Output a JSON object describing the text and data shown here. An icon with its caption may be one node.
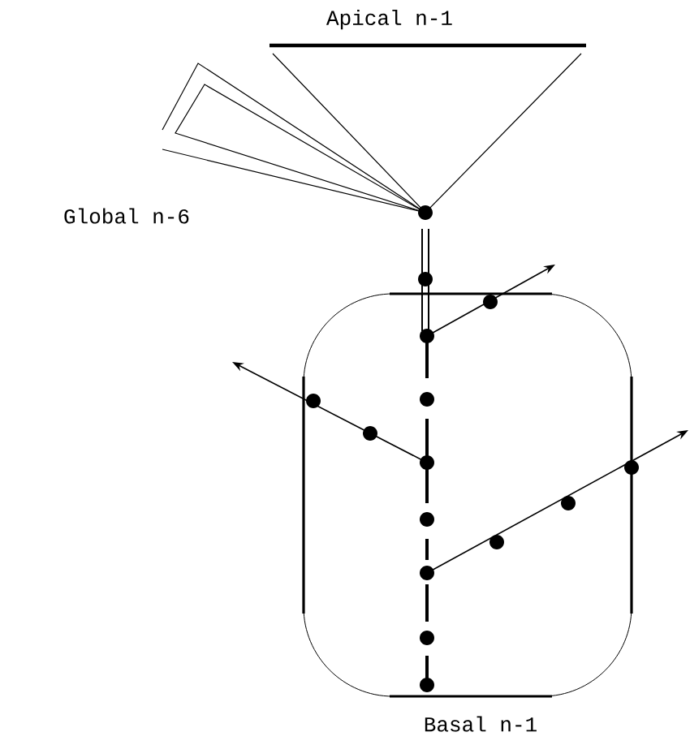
{
  "diagram": {
    "labels": [
      "Apical n-1",
      "Global n-6",
      "Basal n-1"
    ]
  }
}
